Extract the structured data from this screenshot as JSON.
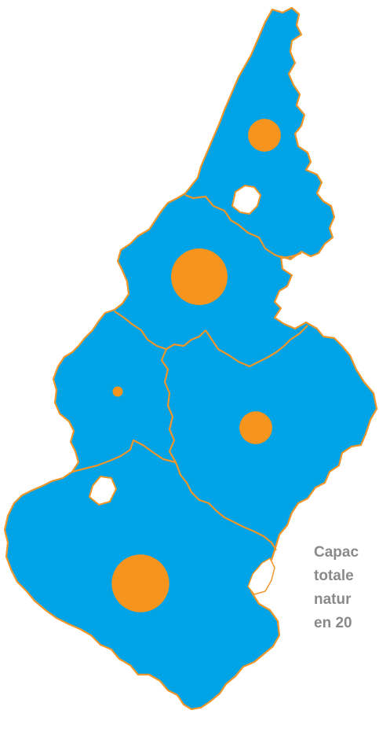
{
  "caption": {
    "lines": [
      "Capac",
      "totale",
      "natur",
      "en 20"
    ]
  },
  "colors": {
    "region_fill": "#00a3e6",
    "border": "#f0962a",
    "bubble": "#f7941d",
    "caption_text": "#8a8a8a"
  },
  "bubbles": [
    {
      "region": "north",
      "relative_size": 0.29
    },
    {
      "region": "upper-central",
      "relative_size": 0.5
    },
    {
      "region": "west",
      "relative_size": 0.09
    },
    {
      "region": "east-central",
      "relative_size": 0.29
    },
    {
      "region": "south",
      "relative_size": 0.51
    }
  ]
}
